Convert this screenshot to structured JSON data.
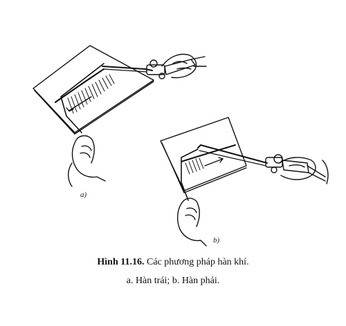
{
  "figure": {
    "panel_a_label": "a)",
    "panel_b_label": "b)"
  },
  "caption": {
    "number": "Hình 11.16.",
    "title": " Các phương pháp hàn khí.",
    "subtitle": "a. Hàn trái;  b. Hàn phải."
  }
}
